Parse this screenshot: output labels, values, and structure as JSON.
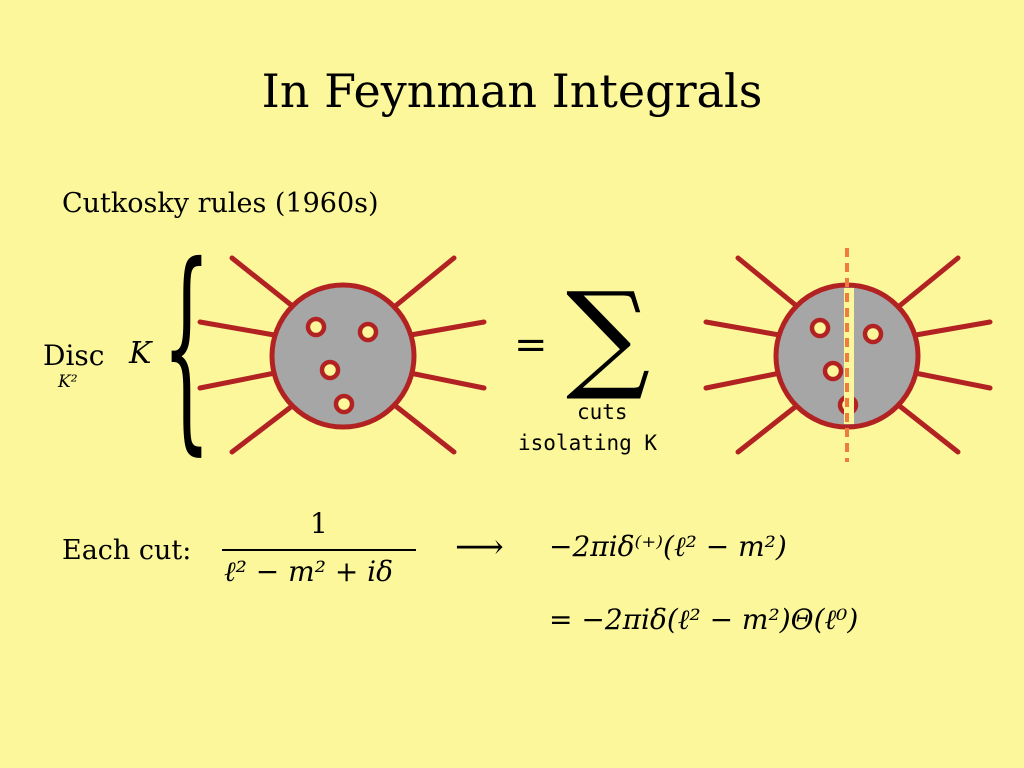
{
  "title": "In Feynman Integrals",
  "subtitle": "Cutkosky rules (1960s)",
  "lhs": {
    "disc": "Disc",
    "disc_sub": "K²",
    "symbol": "K"
  },
  "rhs": {
    "equals": "=",
    "sum": "∑",
    "sum_sub_line1": "cuts",
    "sum_sub_line2": "isolating K"
  },
  "each_cut": {
    "label": "Each cut:",
    "numerator": "1",
    "denominator": "ℓ² − m² + iδ",
    "arrow": "⟶",
    "result_line1": "−2πiδ⁽⁺⁾(ℓ² − m²)",
    "result_line2": "= −2πiδ(ℓ² − m²)Θ(ℓ⁰)"
  },
  "colors": {
    "background": "#fbf79a",
    "blob_fill": "#a6a6a6",
    "blob_stroke": "#b22222",
    "leg": "#b22222",
    "cut_line": "#f07b3f"
  }
}
